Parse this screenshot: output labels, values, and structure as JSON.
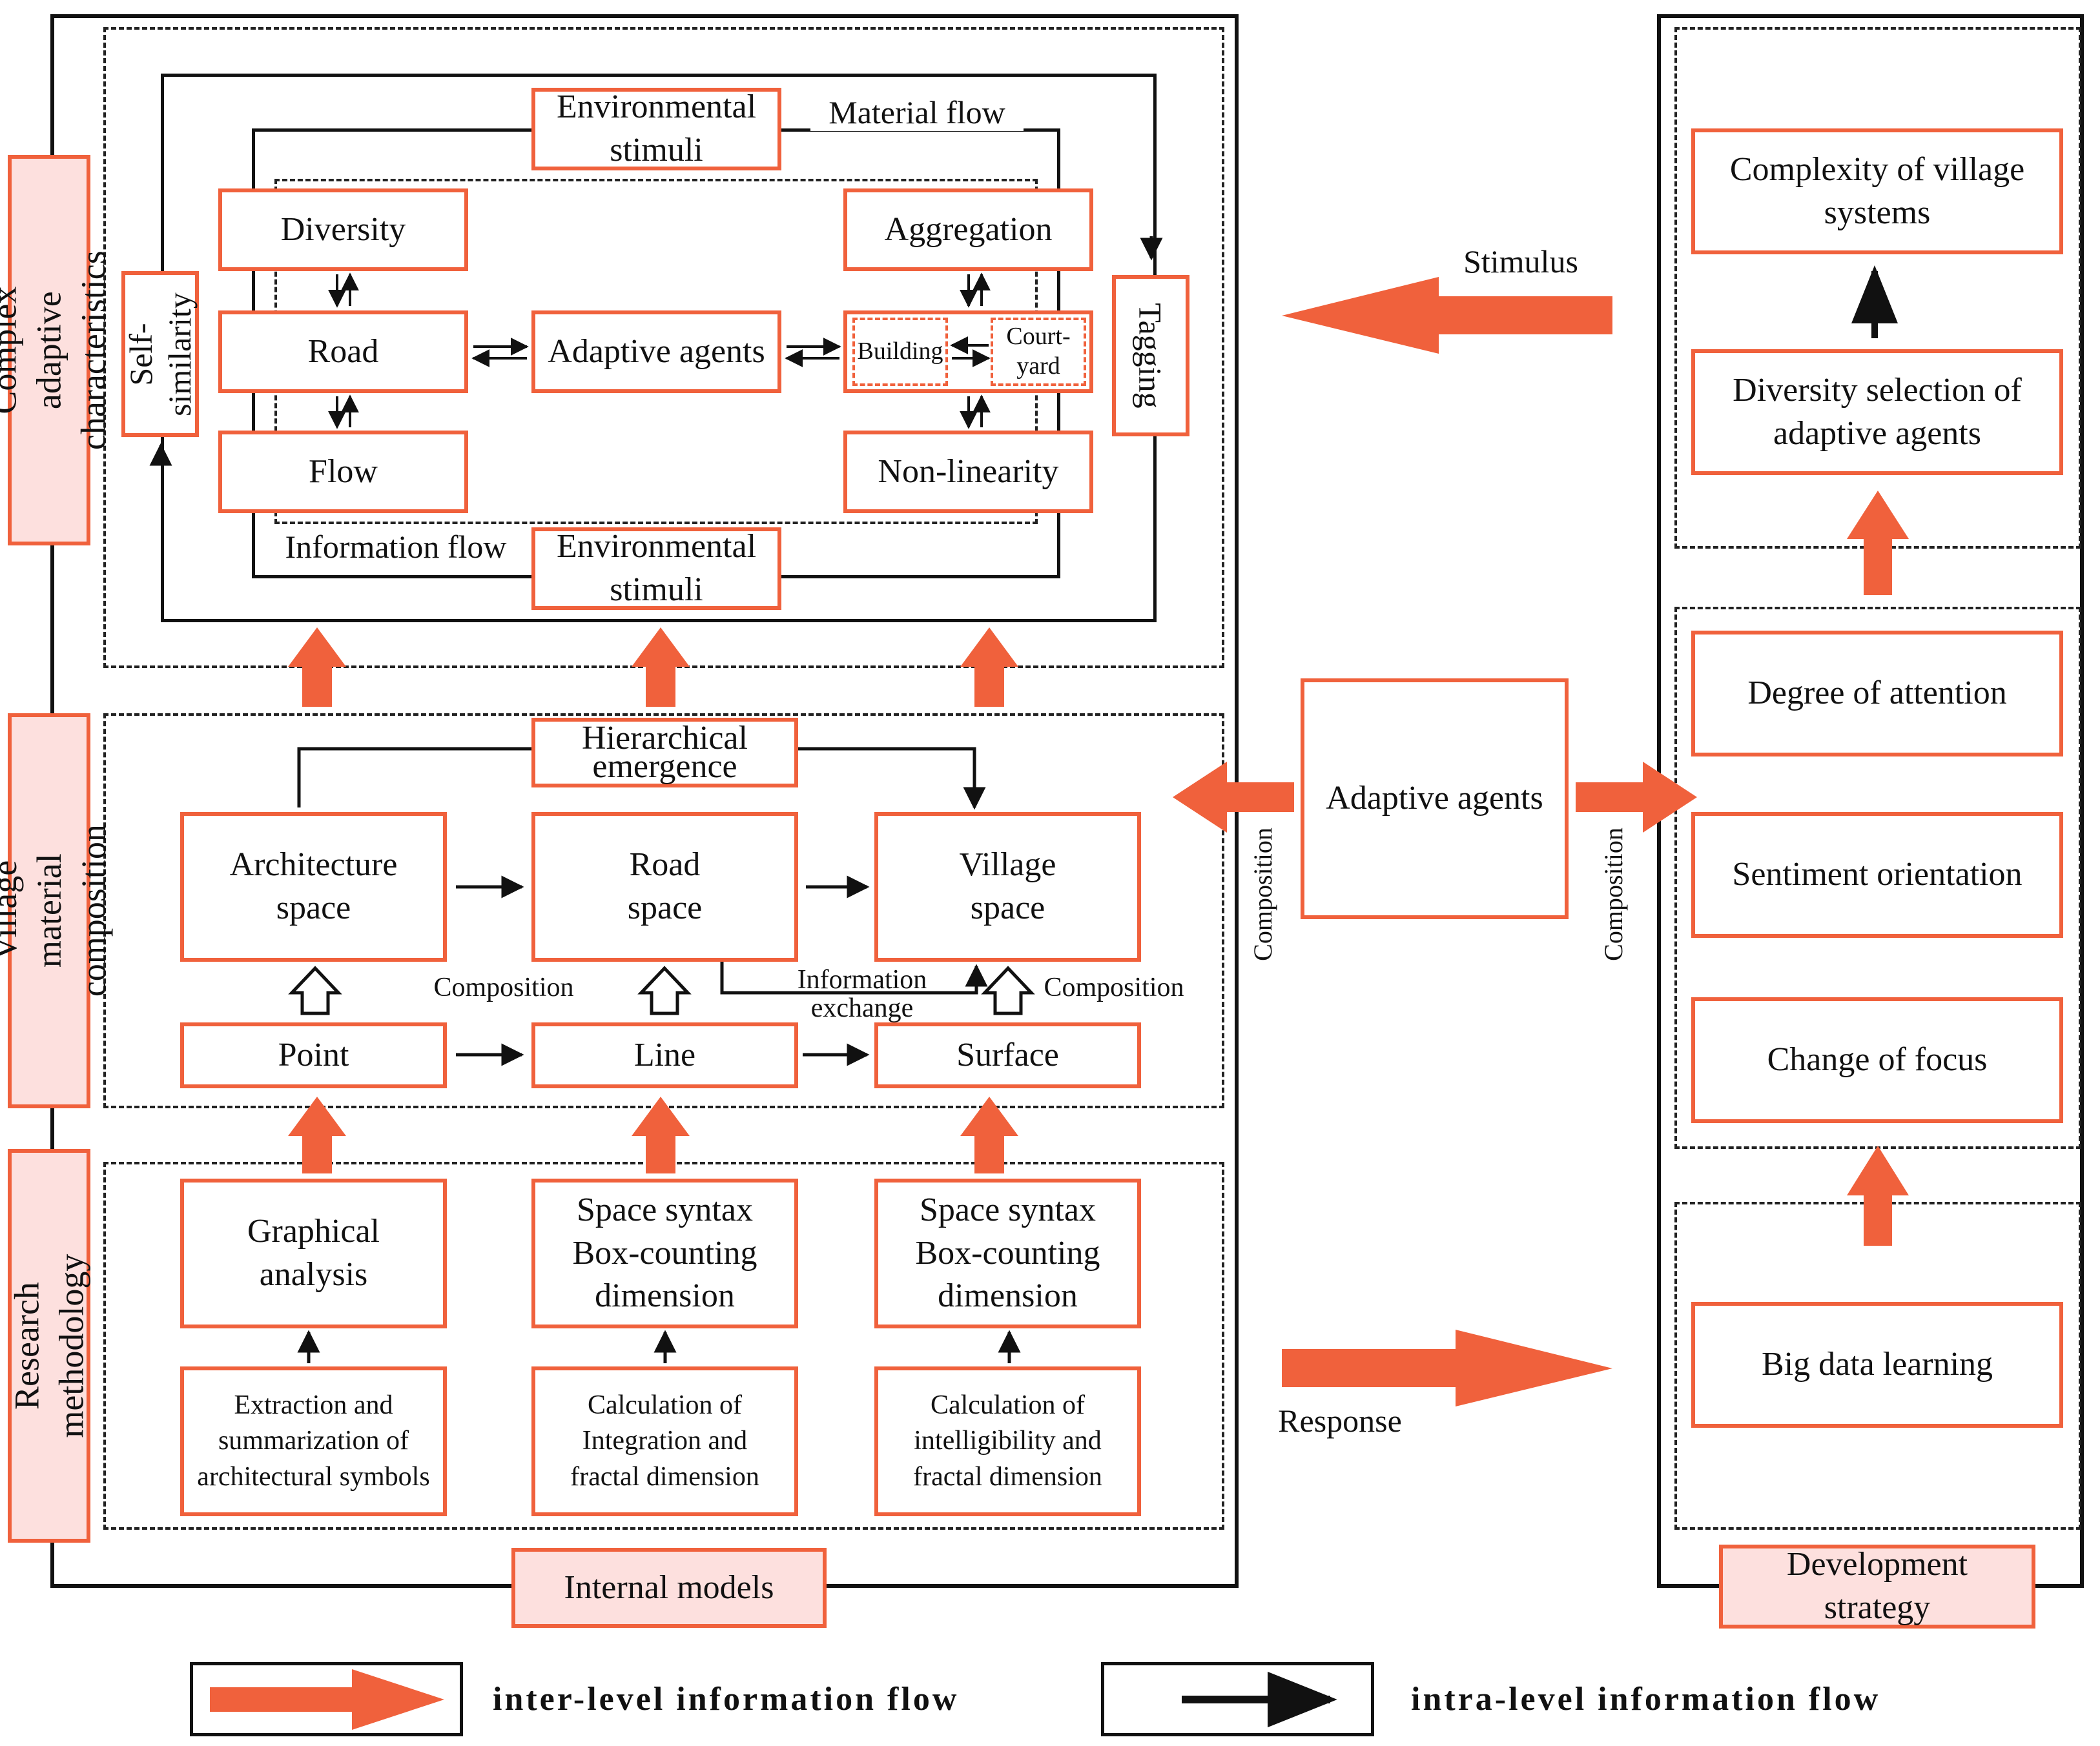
{
  "left_labels": {
    "complex": "Complex adaptive\ncharacteristics",
    "village": "Village material\ncomposition",
    "research": "Research methodology"
  },
  "cas": {
    "env_top": "Environmental\nstimuli",
    "env_bottom": "Environmental\nstimuli",
    "material_flow": "Material flow",
    "information_flow": "Information flow",
    "diversity": "Diversity",
    "road": "Road",
    "flow": "Flow",
    "aggregation": "Aggregation",
    "non_linearity": "Non-linearity",
    "adaptive_agents": "Adaptive agents",
    "building": "Building",
    "courtyard": "Court-\nyard",
    "self_similarity": "Self-\nsimilarity",
    "tagging": "Tagging"
  },
  "composition": {
    "hierarchical": "Hierarchical\nemergence",
    "architecture_space": "Architecture\nspace",
    "road_space": "Road\nspace",
    "village_space": "Village\nspace",
    "point": "Point",
    "line": "Line",
    "surface": "Surface",
    "composition_label_1": "Composition",
    "composition_label_2": "Composition",
    "information_exchange": "Information\nexchange"
  },
  "methods": {
    "graphical": "Graphical\nanalysis",
    "space_syntax_1": "Space syntax\nBox-counting\ndimension",
    "space_syntax_2": "Space syntax\nBox-counting\ndimension",
    "extraction": "Extraction and\nsummarization of\narchitectural symbols",
    "calc_integration": "Calculation of\nIntegration and\nfractal dimension",
    "calc_intelligibility": "Calculation of\nintelligibility and\nfractal dimension"
  },
  "internal_models": "Internal models",
  "middle": {
    "stimulus": "Stimulus",
    "response": "Response",
    "adaptive_agents": "Adaptive agents",
    "composition_left": "Composition",
    "composition_right": "Composition"
  },
  "right": {
    "complexity": "Complexity of village\nsystems",
    "diversity_selection": "Diversity selection of\nadaptive agents",
    "degree_attention": "Degree of attention",
    "sentiment": "Sentiment orientation",
    "change_focus": "Change of focus",
    "big_data": "Big data learning",
    "development_strategy": "Development\nstrategy"
  },
  "legend": {
    "inter": "inter-level information flow",
    "intra": "intra-level information flow"
  },
  "colors": {
    "accent": "#f0613c",
    "pink": "#fde0de",
    "line": "#111111"
  }
}
